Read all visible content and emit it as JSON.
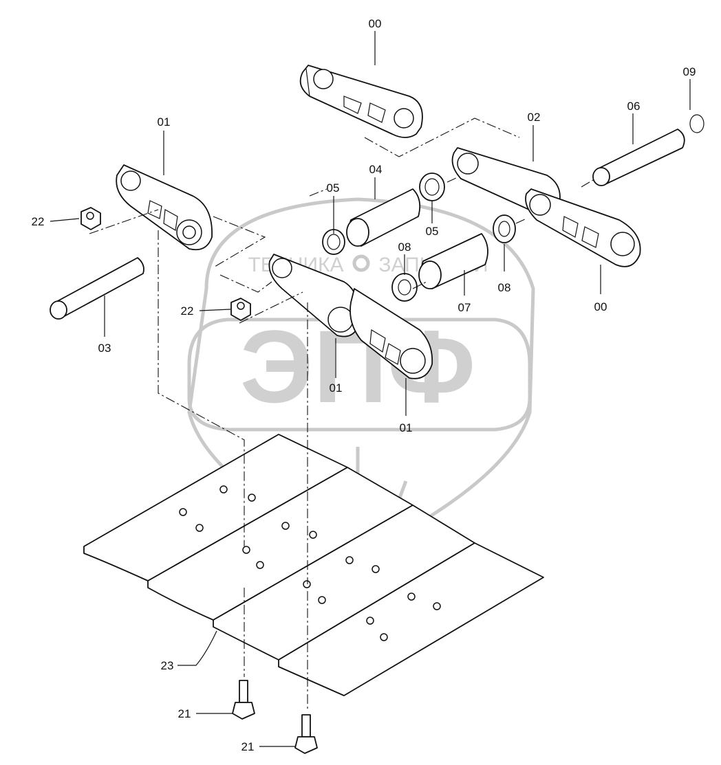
{
  "watermark": {
    "line1": "ТЕХНИКА",
    "line2": "ЗАПЧАСТИ",
    "emblem": "ЭПФ",
    "color": "#cfcfcf"
  },
  "labels": [
    {
      "id": "00-top",
      "text": "00"
    },
    {
      "id": "09",
      "text": "09"
    },
    {
      "id": "06",
      "text": "06"
    },
    {
      "id": "01-left",
      "text": "01"
    },
    {
      "id": "02",
      "text": "02"
    },
    {
      "id": "04",
      "text": "04"
    },
    {
      "id": "05-left",
      "text": "05"
    },
    {
      "id": "05-right",
      "text": "05"
    },
    {
      "id": "22-top",
      "text": "22"
    },
    {
      "id": "08-mid",
      "text": "08"
    },
    {
      "id": "08-right",
      "text": "08"
    },
    {
      "id": "00-right",
      "text": "00"
    },
    {
      "id": "07",
      "text": "07"
    },
    {
      "id": "22-mid",
      "text": "22"
    },
    {
      "id": "03",
      "text": "03"
    },
    {
      "id": "01-mid",
      "text": "01"
    },
    {
      "id": "01-bottom",
      "text": "01"
    },
    {
      "id": "23",
      "text": "23"
    },
    {
      "id": "21-top",
      "text": "21"
    },
    {
      "id": "21-bottom",
      "text": "21"
    }
  ]
}
